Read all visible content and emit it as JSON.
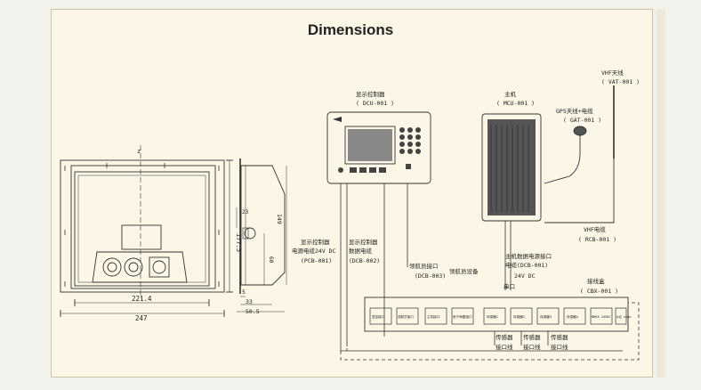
{
  "title": "Dimensions",
  "front_view": {
    "dim_width_inner": "221.4",
    "dim_width_outer": "247",
    "dim_height": "177.5",
    "center_mark": "z"
  },
  "side_view": {
    "dim_23": "23",
    "dim_149": "149",
    "dim_60": "60",
    "dim_5": "5",
    "dim_33": "33",
    "dim_50_5": "50.5"
  },
  "labels": {
    "display_controller": "显示控制器",
    "display_controller_code": "( DCU-001 )",
    "host": "主机",
    "host_code": "( MCU-001 )",
    "gps_antenna": "GPS天线+电缆",
    "gps_code": "( GAT-001 )",
    "vhf_antenna": "VHF天线",
    "vhf_code": "( VAT-001 )",
    "vhf_cable": "VHF电缆",
    "vhf_cable_code": "( RCB-001 )",
    "power_cable_1": "显示控制器",
    "power_cable_2": "电源电缆24V DC",
    "power_cable_code": "(PCB-001)",
    "data_cable_1": "显示控制器",
    "data_cable_2": "数据电缆",
    "data_cable_code": "(DCB-002)",
    "nav_if": "领航员接口",
    "nav_if_code": "(DCB-003)",
    "nav_device": "领航员设备",
    "host_data_1": "主机数据电源接口",
    "host_data_2": "电缆(DCB-001)",
    "dc24": "24V DC",
    "serial": "串口",
    "junction_box": "接线盒",
    "junction_box_code": "( CBX-001 )",
    "sensor1_a": "传感器",
    "sensor1_b": "接口线",
    "sensor2_a": "传感器",
    "sensor2_b": "接口线",
    "sensor3_a": "传感器",
    "sensor3_b": "接口线"
  },
  "junction_ports": [
    "显控接口",
    "领航员接口",
    "主机接口",
    "电子海图接口",
    "传感器1",
    "传感器2",
    "传感器3",
    "传感器4",
    "NMEA 24VDC",
    "外接 24VDC"
  ]
}
